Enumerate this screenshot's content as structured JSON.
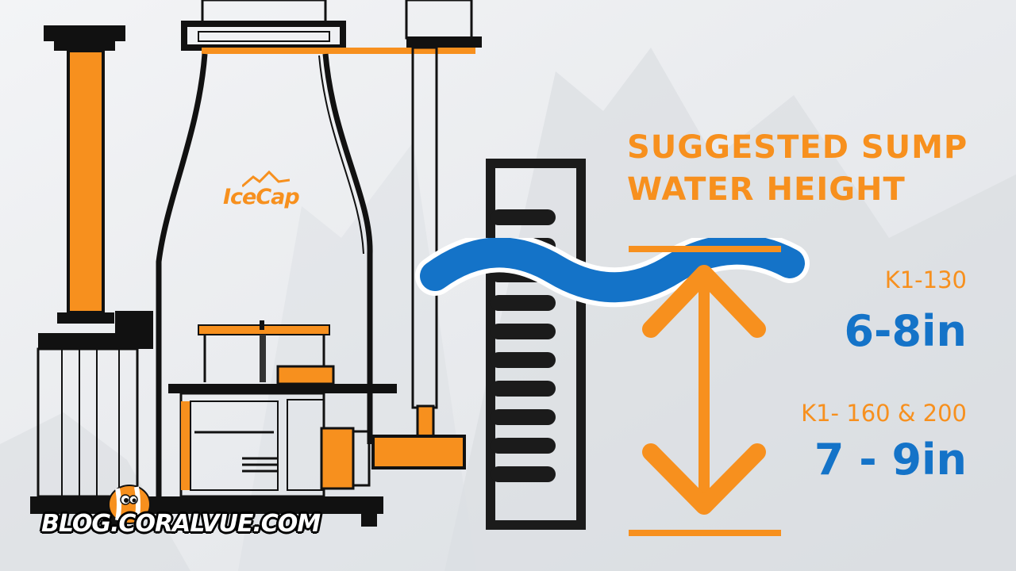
{
  "heading": {
    "line1": "SUGGESTED SUMP",
    "line2": "WATER HEIGHT"
  },
  "models": [
    {
      "name": "K1-130",
      "range": "6-8in"
    },
    {
      "name": "K1- 160 & 200",
      "range": "7 - 9in"
    }
  ],
  "logo": {
    "brand": "IceCap"
  },
  "watermark": "BLOG.CORALVUE.COM",
  "colors": {
    "orange": "#f7901e",
    "blue": "#1473c8",
    "outline": "#111111",
    "background": "#e9ebee"
  },
  "icons": [
    "skimmer-illustration",
    "ruler-gauge",
    "water-wave",
    "double-arrow",
    "clownfish-mascot"
  ]
}
